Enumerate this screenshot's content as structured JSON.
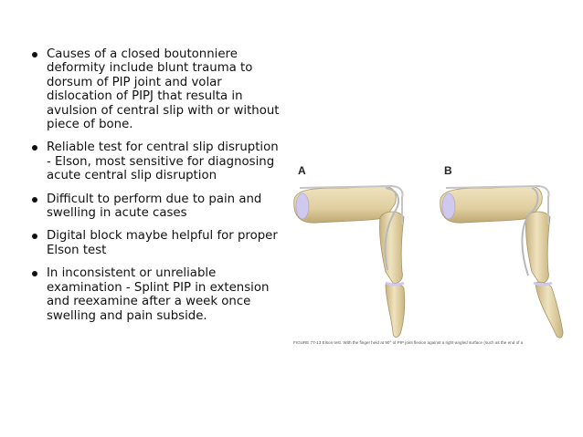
{
  "bullets": [
    "Causes of a closed boutonniere deformity include blunt trauma to dorsum of PIP joint and volar dislocation of PIPJ that resulta in avulsion of central slip with or without piece of bone.",
    "Reliable test for central slip disruption - Elson, most sensitive for diagnosing acute central slip disruption",
    "Difficult to perform due to pain and swelling in acute cases",
    "Digital block maybe helpful for proper Elson test",
    "In inconsistent or unreliable examination - Splint PIP in extension and reexamine after a week once swelling and pain subside."
  ],
  "figure": {
    "label_a": "A",
    "label_b": "B",
    "caption": "FIGURE 77-13  Elson test. With the finger held at 90° of PIP joint flexion against a right-angled surface (such as the end of a"
  },
  "colors": {
    "bone": "#e6d7ad",
    "bone_shade": "#c8b37f",
    "cartilage": "#cfc9ee",
    "text": "#111111"
  }
}
